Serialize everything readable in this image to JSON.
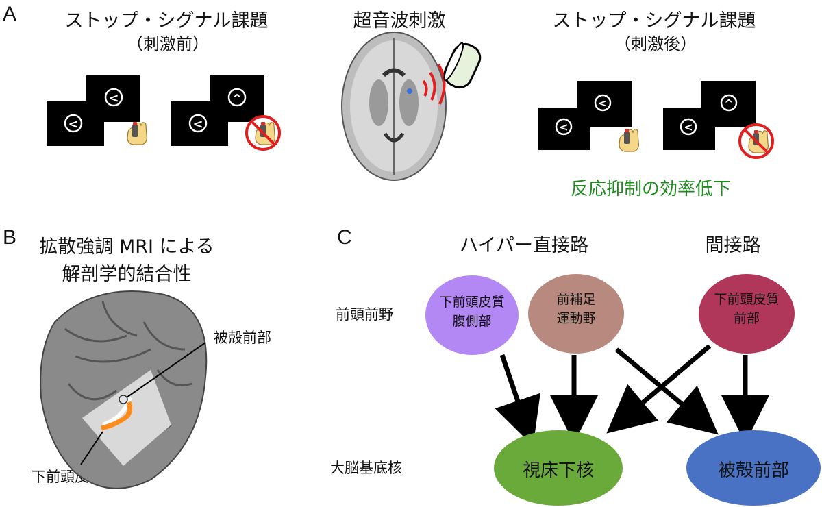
{
  "panel_a": {
    "letter": "A",
    "left_title": "ストップ・シグナル課題",
    "left_subtitle": "（刺激前）",
    "center_title": "超音波刺激",
    "right_title": "ストップ・シグナル課題",
    "right_subtitle": "（刺激後）",
    "result": "反応抑制の効率低下",
    "go_symbol": "<",
    "stop_symbol": "^"
  },
  "panel_b": {
    "letter": "B",
    "title_line1": "拡散強調 MRI による",
    "title_line2": "解剖学的結合性",
    "label_putamen": "被殻前部",
    "label_ifg": "下前頭皮質前部"
  },
  "panel_c": {
    "letter": "C",
    "hyper_direct": "ハイパー直接路",
    "indirect": "間接路",
    "row_prefrontal": "前頭前野",
    "row_basal": "大脳基底核",
    "nodes": {
      "vifg_line1": "下前頭皮質",
      "vifg_line2": "腹側部",
      "presma_line1": "前補足",
      "presma_line2": "運動野",
      "aifg_line1": "下前頭皮質",
      "aifg_line2": "前部",
      "stn": "視床下核",
      "putamen": "被殻前部"
    },
    "colors": {
      "vifg": "#b388f5",
      "presma": "#b88a7f",
      "aifg": "#b0365a",
      "stn": "#6aaa3a",
      "putamen": "#4a72c4"
    }
  }
}
